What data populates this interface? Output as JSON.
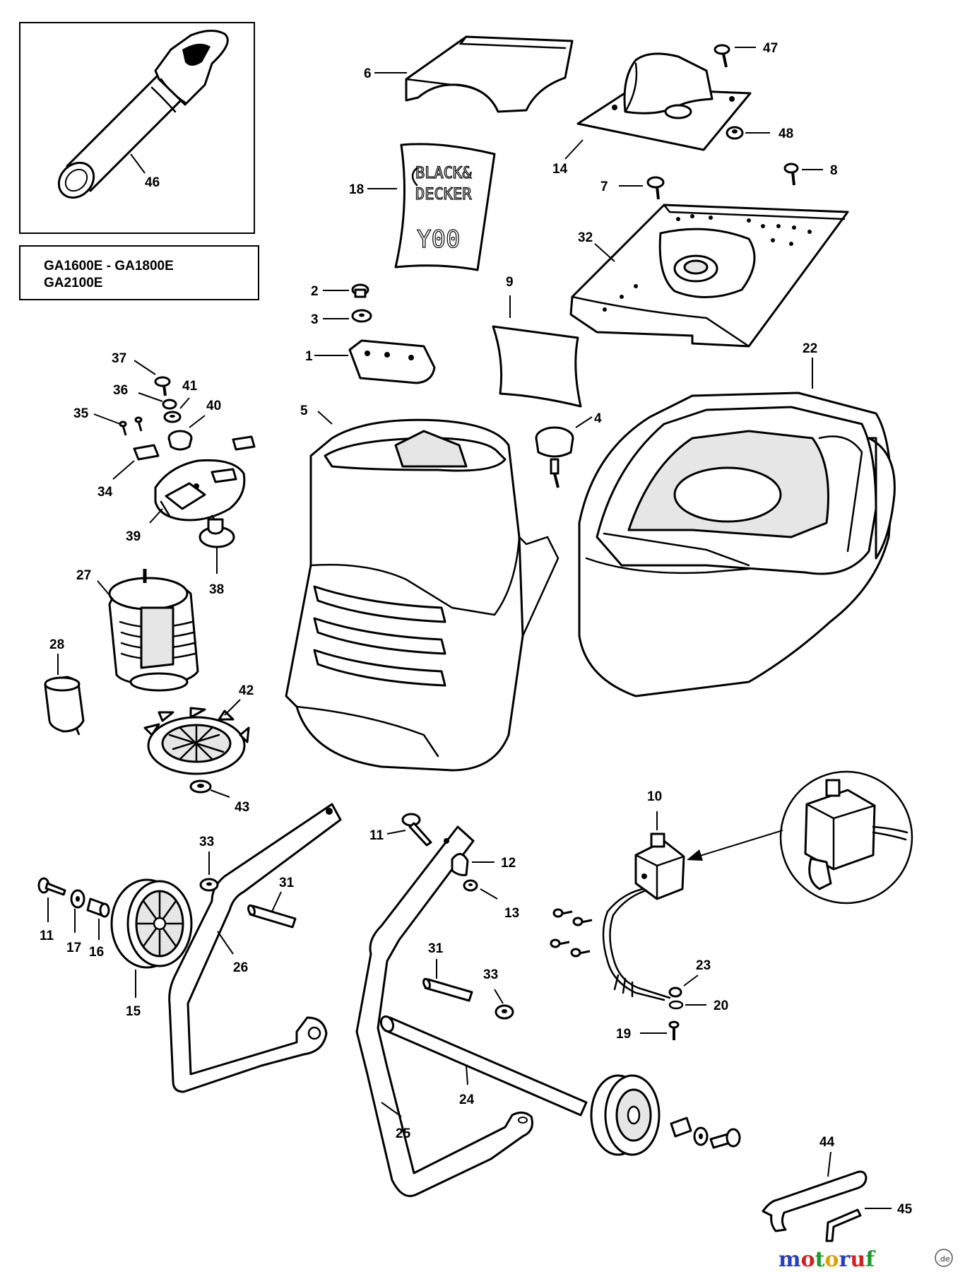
{
  "model_box": {
    "line1": "GA1600E - GA1800E",
    "line2": "GA2100E"
  },
  "decal": {
    "brand_line1": "BLACK&",
    "brand_line2": "DECKER",
    "code": "Y00"
  },
  "watermark": {
    "text": "motoruf",
    "suffix": ".de",
    "colors": [
      "#2a3fbf",
      "#d22020",
      "#1a9a2a",
      "#e0a000",
      "#2a3fbf",
      "#d22020",
      "#1a9a2a"
    ]
  },
  "labels": {
    "p1": "1",
    "p2": "2",
    "p3": "3",
    "p4": "4",
    "p5": "5",
    "p6": "6",
    "p7": "7",
    "p8": "8",
    "p9": "9",
    "p10": "10",
    "p11a": "11",
    "p11b": "11",
    "p12": "12",
    "p13": "13",
    "p14": "14",
    "p15": "15",
    "p16": "16",
    "p17": "17",
    "p18": "18",
    "p19": "19",
    "p20": "20",
    "p22": "22",
    "p23": "23",
    "p24": "24",
    "p25": "25",
    "p26": "26",
    "p27": "27",
    "p28": "28",
    "p31a": "31",
    "p31b": "31",
    "p32": "32",
    "p33a": "33",
    "p33b": "33",
    "p34": "34",
    "p35": "35",
    "p36": "36",
    "p37": "37",
    "p38": "38",
    "p39": "39",
    "p40": "40",
    "p41": "41",
    "p42": "42",
    "p43": "43",
    "p44": "44",
    "p45": "45",
    "p46": "46",
    "p47": "47",
    "p48": "48"
  }
}
